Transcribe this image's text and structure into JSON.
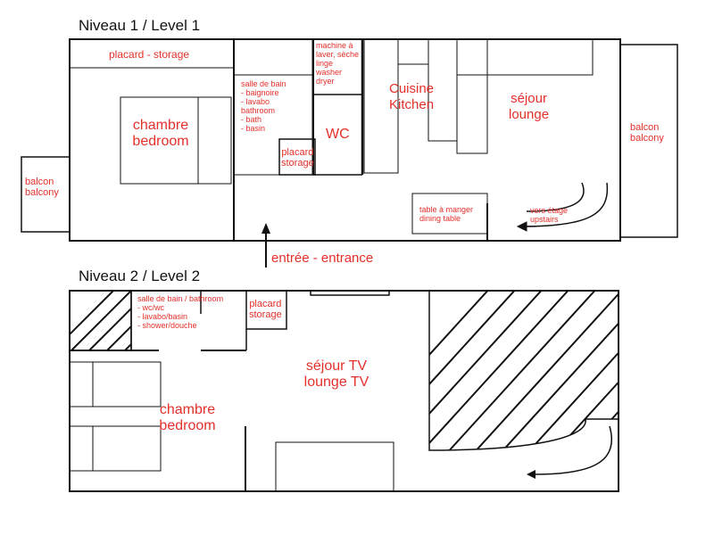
{
  "level1": {
    "title": "Niveau 1 / Level 1",
    "rooms": {
      "storage_top": "placard - storage",
      "bedroom": "chambre\nbedroom",
      "bathroom": "salle de bain\n- baignoire\n- lavabo\nbathroom\n- bath\n- basin",
      "laundry": "machine à\nlaver, sèche\nlinge\nwasher\ndryer",
      "wc": "WC",
      "storage_small": "placard\nstorage",
      "kitchen": "Cuisine\nKitchen",
      "lounge": "séjour\nlounge",
      "balcony_left": "balcon\nbalcony",
      "balcony_right": "balcon\nbalcony",
      "dining_table": "table à manger\ndining table",
      "upstairs": "vers étage\nupstairs"
    },
    "entrance": "entrée - entrance"
  },
  "level2": {
    "title": "Niveau 2 / Level 2",
    "rooms": {
      "bathroom": "salle de bain / bathroom\n- wc/wc\n- lavabo/basin\n- shower/douche",
      "storage": "placard\nstorage",
      "lounge_tv": "séjour TV\nlounge TV",
      "bedroom": "chambre\nbedroom"
    }
  },
  "colors": {
    "label": "#e3302b",
    "line": "#111111"
  }
}
